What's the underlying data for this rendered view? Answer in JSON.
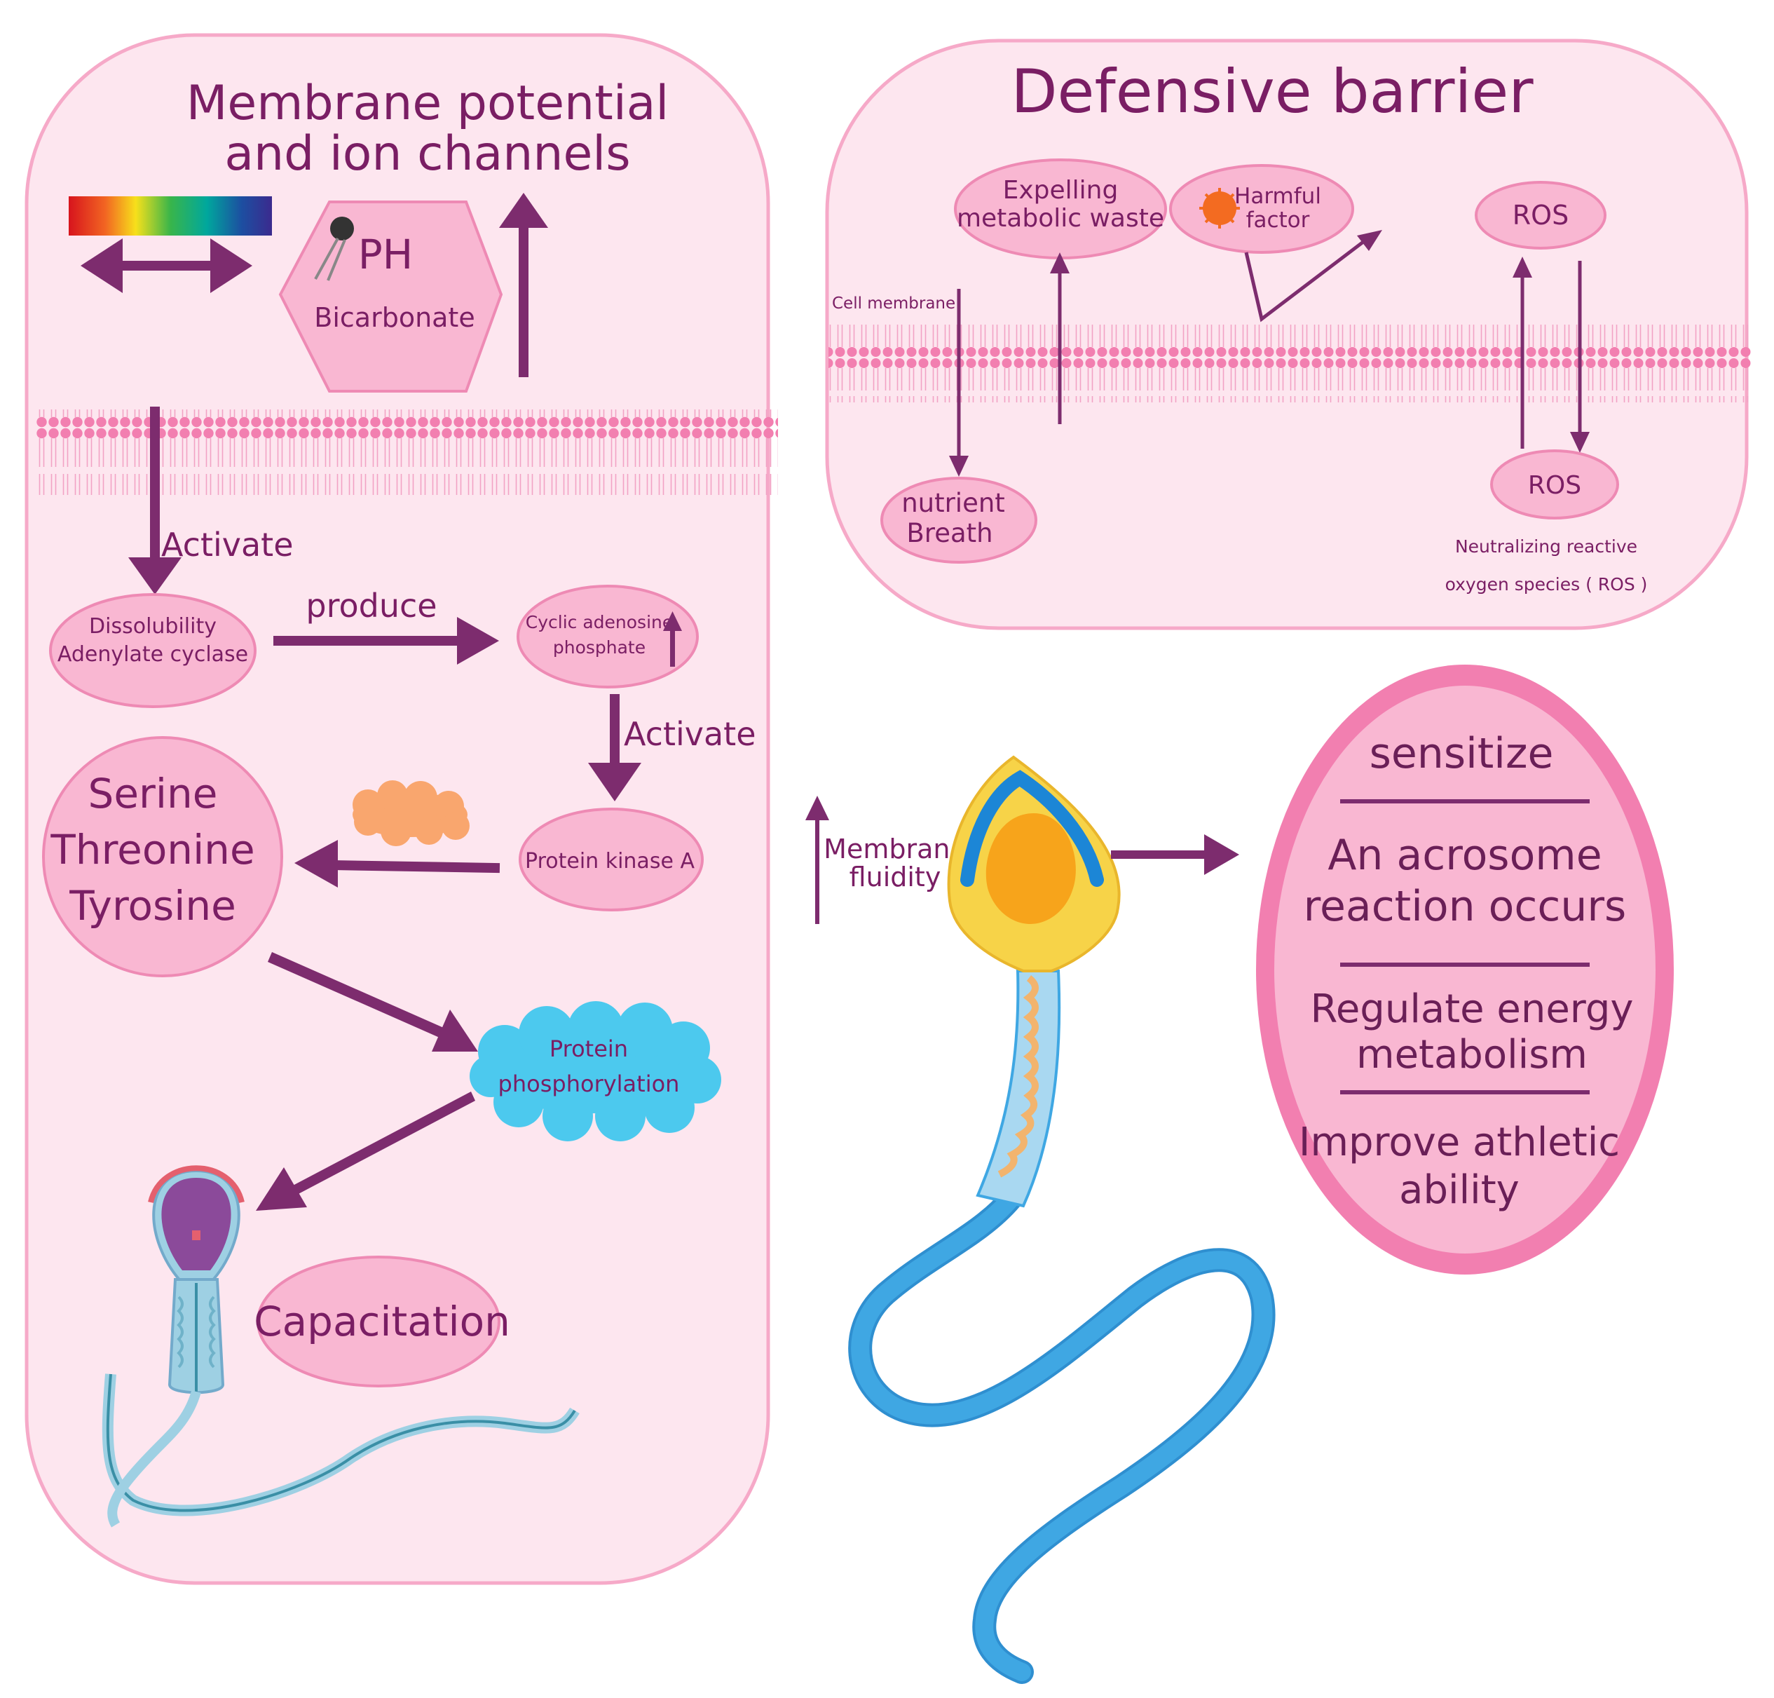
{
  "colors": {
    "panel_fill": "#fde6ef",
    "panel_stroke": "#f6a9c8",
    "ellipse_fill": "#f9b7d2",
    "ellipse_stroke": "#ee8ab4",
    "text_purple": "#7a1e64",
    "arrow_purple": "#7d2c6e",
    "membrane_pink": "#f27fb0",
    "sperm_blue": "#3fa7e3",
    "sperm_yellow": "#f7d348",
    "sperm_orange": "#f7a41b",
    "capacitated_head": "#8b4a9a",
    "capacitated_body": "#9ed0e3",
    "protein_cyan": "#4cc9ee",
    "protein_orange": "#f9a66e",
    "virus_orange": "#f36b21"
  },
  "left_panel": {
    "title_line1": "Membrane potential",
    "title_line2": "and ion channels",
    "ph": "PH",
    "bicarbonate": "Bicarbonate",
    "activate_1": "Activate",
    "adenylate_line1": "Dissolubility",
    "adenylate_line2": "Adenylate cyclase",
    "produce": "produce",
    "camp_line1": "Cyclic adenosine",
    "camp_line2": "phosphate",
    "activate_2": "Activate",
    "pka": "Protein kinase A",
    "residues": [
      "Serine",
      "Threonine",
      "Tyrosine"
    ],
    "phospho_line1": "Protein",
    "phospho_line2": "phosphorylation",
    "capacitation": "Capacitation"
  },
  "right_panel": {
    "title": "Defensive barrier",
    "expelling_line1": "Expelling",
    "expelling_line2": "metabolic waste",
    "harmful_line1": "Harmful",
    "harmful_line2": "factor",
    "ros_top": "ROS",
    "cell_membrane": "Cell membrane",
    "nutrient_line1": "nutrient",
    "nutrient_line2": "Breath",
    "ros_bottom": "ROS",
    "neutralize_line1": "Neutralizing reactive",
    "neutralize_line2": "oxygen species ( ROS )"
  },
  "middle": {
    "membrane_line1": "Membrane",
    "membrane_line2": "fluidity"
  },
  "outcome": {
    "sensitize": "sensitize",
    "acrosome_line1": "An acrosome",
    "acrosome_line2": "reaction occurs",
    "energy_line1": "Regulate energy",
    "energy_line2": "metabolism",
    "athletic_line1": "Improve athletic",
    "athletic_line2": "ability"
  }
}
